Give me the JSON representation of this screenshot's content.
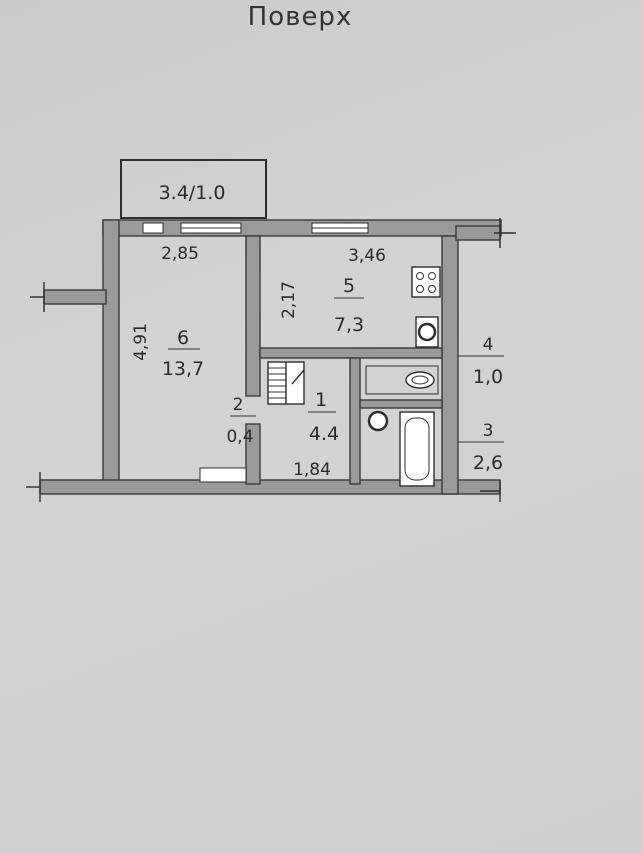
{
  "title": "Поверх",
  "balcony": {
    "label": "3.4/1.0"
  },
  "rooms": [
    {
      "key": "living",
      "number": "6",
      "area": "13,7",
      "width": "2,85",
      "length": "4,91"
    },
    {
      "key": "kitchen",
      "number": "5",
      "area": "7,3",
      "width": "3,46",
      "length": "2,17"
    },
    {
      "key": "hall",
      "number": "1",
      "area": "4.4",
      "width": "1,84"
    },
    {
      "key": "closet",
      "number": "2",
      "area": "0,4"
    },
    {
      "key": "wc",
      "number": "4",
      "area": "1,0"
    },
    {
      "key": "bath",
      "number": "3",
      "area": "2,6"
    }
  ],
  "icons": [
    "stove-icon",
    "sink-icon",
    "toilet-icon",
    "washbasin-icon",
    "bathtub-icon",
    "stairs-icon",
    "radiator-icon",
    "window-icon"
  ]
}
